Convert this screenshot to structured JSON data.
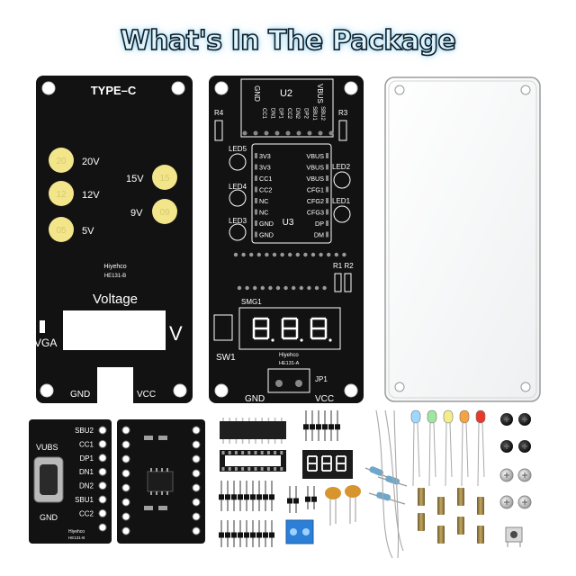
{
  "title": "What's In The Package",
  "board_a": {
    "heading": "TYPE–C",
    "pads": [
      "20",
      "12",
      "05",
      "15",
      "09"
    ],
    "voltages": [
      "20V",
      "12V",
      "5V",
      "15V",
      "9V"
    ],
    "brand": "Hiyehco",
    "model": "HE131-B",
    "voltage_label": "Voltage",
    "vga": "VGA",
    "v": "V",
    "gnd": "GND",
    "vcc": "VCC"
  },
  "board_b": {
    "u2": "U2",
    "u2_pins_top": [
      "GND",
      "VBUS"
    ],
    "u2_pins": [
      "CC1",
      "DN1",
      "DP1",
      "CC2",
      "DN2",
      "DP2",
      "SBU1",
      "SBU2"
    ],
    "r4": "R4",
    "r3": "R3",
    "led5": "LED5",
    "led4": "LED4",
    "led3": "LED3",
    "led2": "LED2",
    "led1": "LED1",
    "u3_left": [
      "3V3",
      "3V3",
      "CC1",
      "CC2",
      "NC",
      "NC",
      "GND",
      "GND"
    ],
    "u3_right": [
      "VBUS",
      "VBUS",
      "VBUS",
      "CFG1",
      "CFG2",
      "CFG3",
      "DP",
      "DM"
    ],
    "u3": "U3",
    "r1r2": "R1 R2",
    "smg1": "SMG1",
    "sw1": "SW1",
    "brand": "Hiyehco",
    "model": "HE131-A",
    "jp1": "JP1",
    "gnd": "GND",
    "vcc": "VCC"
  },
  "usb_board": {
    "left": [
      "VUBS",
      "GND"
    ],
    "right": [
      "SBU2",
      "CC1",
      "DP1",
      "DN1",
      "DN2",
      "SBU1",
      "CC2"
    ],
    "brand": "Hiyehco",
    "model": "HE131-B"
  },
  "colors": {
    "pcb": "#121212",
    "pad_yellow": "#f2e58a",
    "accent_glow": "#78c8eb",
    "terminal_blue": "#2c7fd6",
    "cap_orange": "#d8952d"
  }
}
